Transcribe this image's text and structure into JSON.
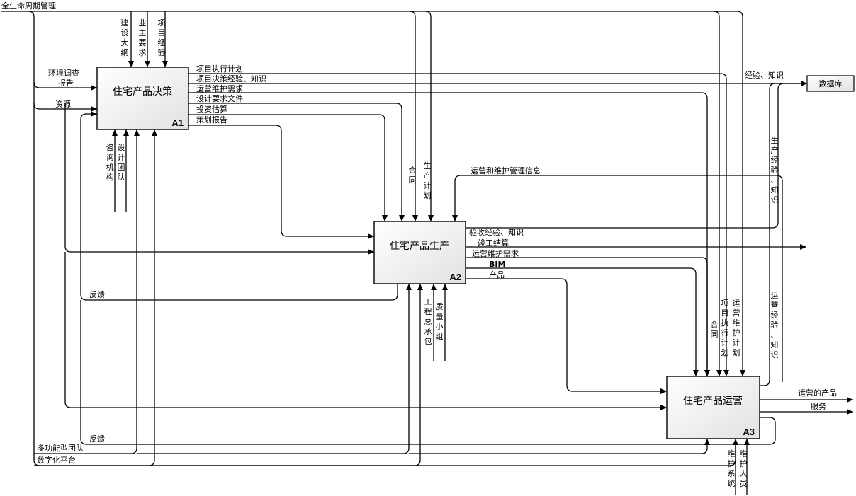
{
  "boxes": {
    "a1": {
      "name": "住宅产品决策",
      "code": "A1"
    },
    "a2": {
      "name": "住宅产品生产",
      "code": "A2"
    },
    "a3": {
      "name": "住宅产品运营",
      "code": "A3"
    },
    "db": {
      "name": "数据库"
    }
  },
  "labels": {
    "lifecycle": "全生命周期管理",
    "env": [
      "环境调查",
      "报告"
    ],
    "resource": "资源",
    "feedback": "反馈",
    "team": "多功能型团队",
    "platform": "数字化平台",
    "a1_controls": [
      "建设大纲",
      "业主要求",
      "项目经验"
    ],
    "a1_mechanisms": [
      "咨询机构",
      "设计团队"
    ],
    "a1_outputs": [
      "项目执行计划",
      "项目决策经验、知识",
      "运营维护需求",
      "设计要求文件",
      "投资估算",
      "策划报告"
    ],
    "a2_controls": [
      "合同",
      "生产计划"
    ],
    "ops_info": "运营和维护管理信息",
    "a2_outputs": [
      "验收经验、知识",
      "竣工结算",
      "运营维护需求",
      "BIM",
      "产品"
    ],
    "a2_mechanisms": [
      "工程总承包",
      "质量小组"
    ],
    "exp_knowledge": "经验、知识",
    "prod_exp": "生产经验、知识",
    "ops_exp": "运营经验、知识",
    "a3_controls": [
      "合同",
      "项目执行计划",
      "运营维护计划"
    ],
    "a3_outputs": [
      "运营的产品",
      "服务"
    ],
    "a3_mechanisms": [
      "维护系统",
      "维护人员"
    ]
  }
}
